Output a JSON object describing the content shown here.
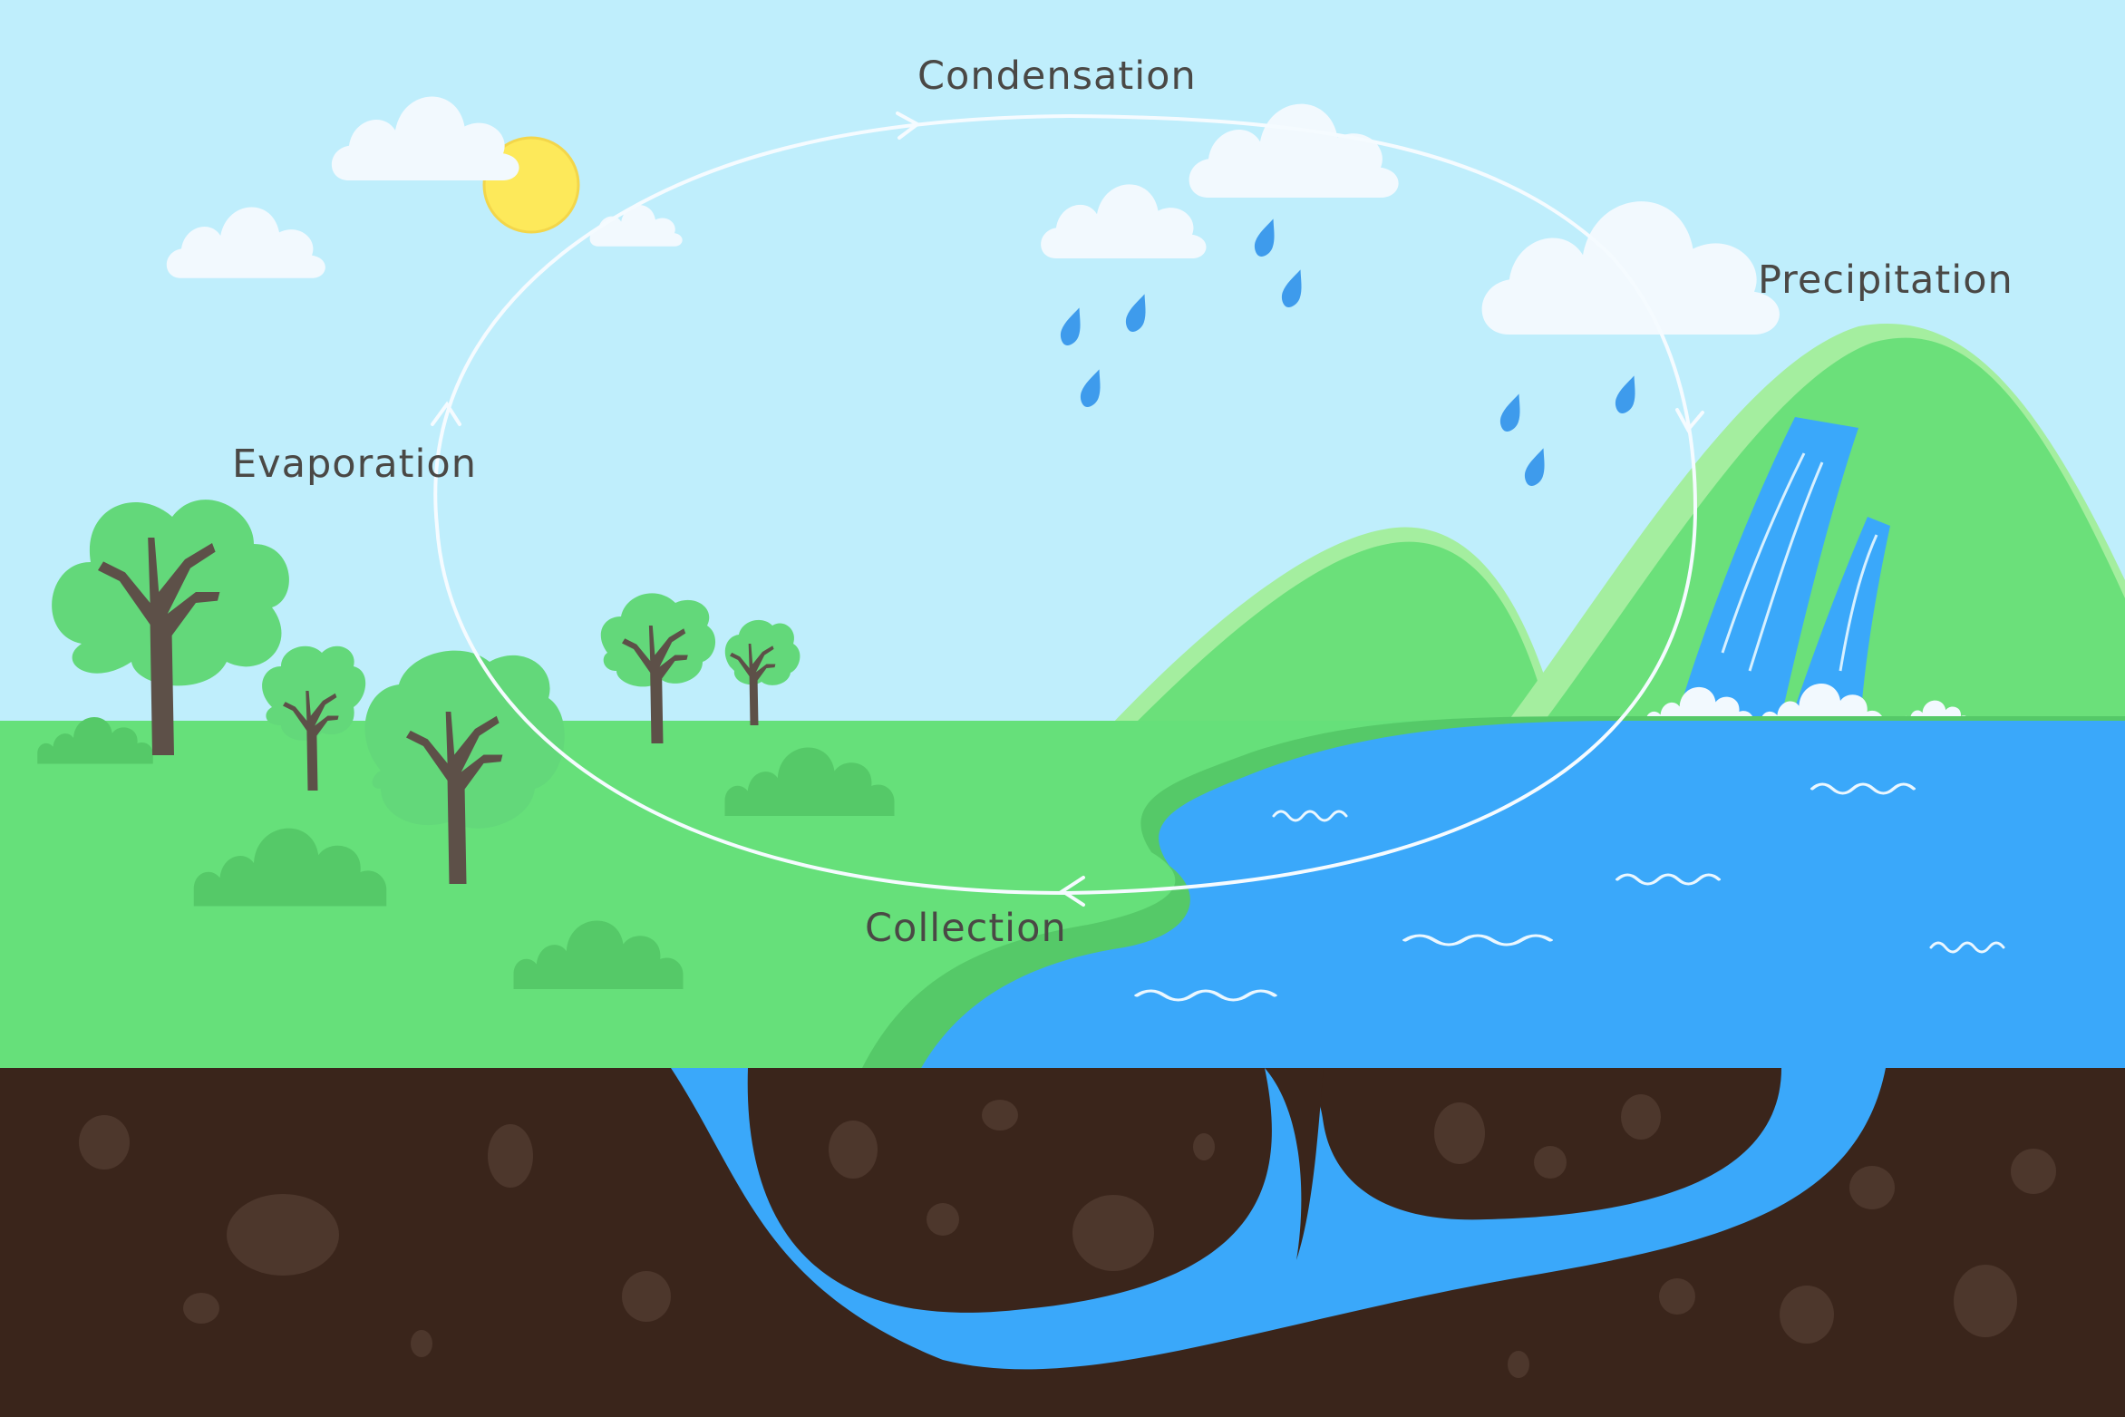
{
  "diagram": {
    "labels": {
      "condensation": "Condensation",
      "precipitation": "Precipitation",
      "evaporation": "Evaporation",
      "collection": "Collection"
    }
  },
  "colors": {
    "sky": "#bfeefc",
    "grass": "#66e07a",
    "grass_shadow": "#55c968",
    "hill": "#6be07a",
    "hill_highlight": "#a4ee9f",
    "water": "#3aa8fa",
    "soil": "#3a251b",
    "stone": "#4d372c",
    "tree_trunk": "#5d5048",
    "tree_leaves": "#63d87a",
    "cloud": "#f2f9fe",
    "sun": "#fde95a",
    "rain": "#3e9bec",
    "cycle_line": "#f5fbff"
  }
}
